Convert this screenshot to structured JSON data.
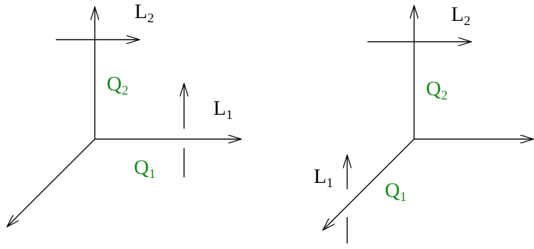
{
  "colors": {
    "line": "#000000",
    "q_label": "#1a8a1a",
    "l_label": "#000000",
    "background": "#ffffff"
  },
  "left_diagram": {
    "l2": {
      "base": "L",
      "sub": "2"
    },
    "q2": {
      "base": "Q",
      "sub": "2"
    },
    "l1": {
      "base": "L",
      "sub": "1"
    },
    "q1": {
      "base": "Q",
      "sub": "1"
    }
  },
  "right_diagram": {
    "l2": {
      "base": "L",
      "sub": "2"
    },
    "q2": {
      "base": "Q",
      "sub": "2"
    },
    "l1": {
      "base": "L",
      "sub": "1"
    },
    "q1": {
      "base": "Q",
      "sub": "1"
    }
  }
}
